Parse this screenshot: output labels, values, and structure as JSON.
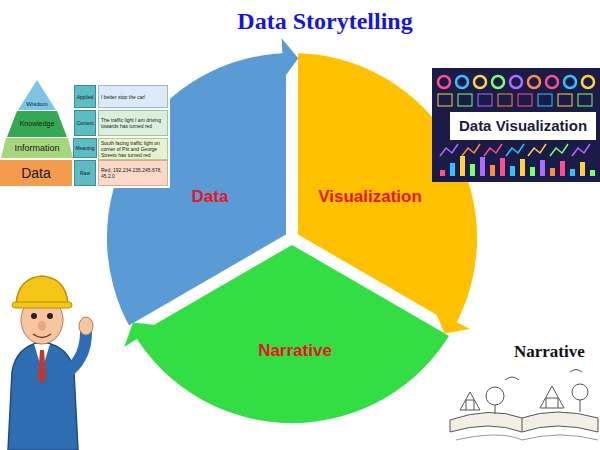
{
  "diagram": {
    "title": "Data Storytelling",
    "nodes": [
      {
        "text": [
          "Wisdom"
        ]
      },
      {
        "text": [
          "Knowledge"
        ]
      },
      {
        "text": [
          "Information"
        ]
      },
      {
        "text": [
          "Data"
        ]
      },
      {
        "text": [
          "Applied"
        ]
      },
      {
        "text": [
          "I better stop the car!"
        ]
      },
      {
        "text": [
          "Context"
        ]
      },
      {
        "text": [
          "The traffic light I am driving towards has turned red"
        ]
      },
      {
        "text": [
          "Meaning"
        ]
      },
      {
        "text": [
          "South facing traffic light on corner of Pitt and George Streets has turned red"
        ]
      },
      {
        "text": [
          "Raw"
        ]
      },
      {
        "text": [
          "Red, 192.234.235.245.678, 45.2.0"
        ]
      },
      {
        "text": [
          "Data Visualization"
        ]
      },
      {
        "text": [
          "Data"
        ]
      },
      {
        "text": [
          "Visualization"
        ]
      },
      {
        "text": [
          "Narrative"
        ]
      }
    ],
    "labels": [
      "Narrative"
    ]
  }
}
